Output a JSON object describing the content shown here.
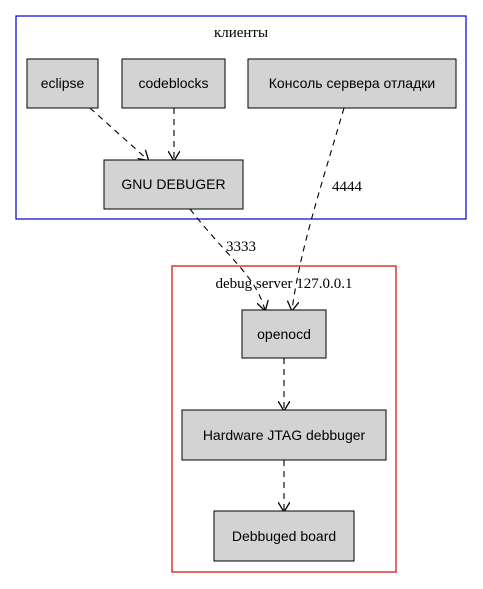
{
  "clusters": {
    "clients": {
      "label": "клиенты",
      "color": "#0000cc"
    },
    "server": {
      "label": "debug server 127.0.0.1",
      "color": "#dd0000"
    }
  },
  "nodes": {
    "eclipse": "eclipse",
    "codeblocks": "codeblocks",
    "console": "Консоль сервера отладки",
    "gnu": "GNU DEBUGER",
    "openocd": "openocd",
    "jtag": "Hardware JTAG debbuger",
    "board": "Debbuged board"
  },
  "edges": {
    "gnu_openocd": "3333",
    "console_openocd": "4444"
  },
  "colors": {
    "node_fill": "#d3d3d3",
    "node_stroke": "#000000"
  }
}
